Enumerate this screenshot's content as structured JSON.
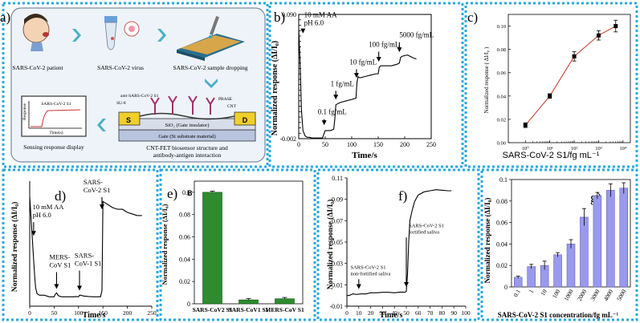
{
  "panels": {
    "a": {
      "letter": "a)",
      "labels": {
        "patient": "SARS-CoV-2 patient",
        "virus": "SARS-CoV-2 virus",
        "dropping": "SARS-CoV-2 sample dropping",
        "display": "Sensing response display",
        "structure1": "CNT-FET biosensor structure and",
        "structure2": "antibody-antigen interaction",
        "anti": "anti-SARS-CoV-2 S1",
        "pbase": "PBASE",
        "cnt": "CNT",
        "su8": "SU-8",
        "s": "S",
        "d": "D",
        "sio2": "SiO₂ (Gate insulator)",
        "gate": "Gate (Si substrate material)",
        "screen_s1": "SARS-CoV-2 S1",
        "screen_y": "Response",
        "screen_x": "Time(s)"
      }
    },
    "b": {
      "letter": "b)",
      "ylabel": "Normalized response (ΔI/I₀)",
      "xlabel": "Time/s"
    },
    "c": {
      "letter": "c)",
      "ylabel": "Normalized response ( ΔI/I₀ )",
      "xlabel": "SARS-CoV-2 S1/fg mL⁻¹"
    },
    "d": {
      "letter": "d)",
      "ylabel": "Normalized response (ΔI/I₀)",
      "xlabel": "Time/s"
    },
    "e": {
      "letter": "e)",
      "inner": "B",
      "ylabel": "Normalized response (ΔI/I₀)"
    },
    "f": {
      "letter": "f)",
      "ylabel": "Normalized response (ΔI/I₀)",
      "xlabel": "Time/s"
    },
    "g": {
      "letter": "g)",
      "ylabel": "Normalized response (ΔI/I₀)",
      "xlabel": "SARS-CoV-2 S1 concentration/fg mL⁻¹"
    }
  },
  "colors": {
    "frame": "#29a8dd",
    "bar_green": "#2e8b2e",
    "bar_blue": "#9999ee",
    "line_red": "#c0392b"
  },
  "chart_data": [
    {
      "id": "b",
      "type": "line",
      "x": [
        0,
        3,
        5,
        8,
        12,
        16,
        20,
        25,
        30,
        35,
        40,
        45,
        48,
        50,
        52,
        55,
        60,
        66,
        68,
        70,
        74,
        80,
        90,
        100,
        108,
        110,
        112,
        115,
        125,
        135,
        145,
        150,
        152,
        155,
        165,
        175,
        185,
        190,
        192,
        195,
        205,
        215,
        222
      ],
      "y": [
        0.079,
        0.05,
        0.02,
        0.004,
        0.0,
        -0.001,
        -0.001,
        -0.0015,
        -0.0015,
        -0.0015,
        -0.0015,
        -0.0014,
        0.002,
        0.004,
        0.004,
        0.004,
        0.004,
        0.005,
        0.012,
        0.023,
        0.024,
        0.025,
        0.026,
        0.027,
        0.028,
        0.04,
        0.044,
        0.043,
        0.044,
        0.045,
        0.046,
        0.046,
        0.051,
        0.052,
        0.052,
        0.052,
        0.053,
        0.054,
        0.058,
        0.059,
        0.06,
        0.058,
        0.057
      ],
      "xlim": [
        0,
        250
      ],
      "ylim": [
        -0.002,
        0.09
      ],
      "xticks": [
        0,
        50,
        100,
        150,
        200,
        250
      ],
      "yticks": [
        -0.002,
        0.002,
        0.006,
        0.01,
        0.014,
        0.018,
        0.022,
        0.026,
        0.03,
        0.034,
        0.038,
        0.042,
        0.046,
        0.05,
        0.054,
        0.058,
        0.062,
        0.066,
        0.07,
        0.074,
        0.078,
        0.082,
        0.086,
        0.09
      ],
      "ytick_labels": [
        "-0.002",
        "",
        "",
        "",
        "",
        "",
        "",
        "",
        "",
        "",
        "",
        "",
        "",
        "",
        "",
        "",
        "",
        "",
        "",
        "",
        "",
        "",
        "",
        "0.090"
      ],
      "annotations": [
        {
          "lines": [
            "10 mM AA",
            "pH 6.0"
          ],
          "x": 8,
          "y": 0.076,
          "tx": 10,
          "ty": 0.088
        },
        {
          "lines": [
            "0.1 fg/mL"
          ],
          "x": 48,
          "y": 0.008,
          "tx": 36,
          "ty": 0.016
        },
        {
          "lines": [
            "1 fg/mL"
          ],
          "x": 70,
          "y": 0.027,
          "tx": 60,
          "ty": 0.037
        },
        {
          "lines": [
            "10 fg/mL"
          ],
          "x": 109,
          "y": 0.043,
          "tx": 96,
          "ty": 0.053
        },
        {
          "lines": [
            "100 fg/mL"
          ],
          "x": 151,
          "y": 0.055,
          "tx": 132,
          "ty": 0.066
        },
        {
          "lines": [
            "5000 fg/mL"
          ],
          "x": 190,
          "y": 0.062,
          "tx": 190,
          "ty": 0.073
        }
      ]
    },
    {
      "id": "c",
      "type": "scatter",
      "x": [
        1,
        10,
        100,
        1000,
        5000
      ],
      "x_positions": [
        0,
        1,
        2,
        3,
        3.7
      ],
      "y": [
        0.015,
        0.04,
        0.074,
        0.092,
        0.1
      ],
      "yerr": [
        0.002,
        0.002,
        0.004,
        0.004,
        0.005
      ],
      "ylim": [
        0,
        0.11
      ],
      "yticks": [
        0.0,
        0.02,
        0.04,
        0.06,
        0.08,
        0.1
      ],
      "ytick_labels": [
        "0.00",
        "0.02",
        "0.04",
        "0.06",
        "0.08",
        "0.10"
      ],
      "xticks_major": [
        0,
        1,
        2,
        3,
        4
      ],
      "xtick_labels": [
        "10⁰",
        "10¹",
        "10²",
        "10³",
        "10⁴"
      ],
      "xlim": [
        -0.7,
        4.3
      ]
    },
    {
      "id": "d",
      "type": "line",
      "x": [
        0,
        3,
        6,
        8,
        10,
        12,
        15,
        20,
        30,
        40,
        50,
        52,
        55,
        58,
        60,
        65,
        70,
        80,
        90,
        95,
        100,
        102,
        105,
        110,
        120,
        130,
        140,
        145,
        148,
        150,
        155,
        160,
        170,
        180,
        190,
        200,
        210,
        220,
        230
      ],
      "y": [
        0.07,
        0.055,
        0.04,
        0.03,
        0.02,
        0.012,
        0.008,
        0.007,
        0.007,
        0.006,
        0.006,
        0.0075,
        0.0085,
        0.007,
        0.0065,
        0.006,
        0.006,
        0.006,
        0.006,
        0.0062,
        0.006,
        0.007,
        0.007,
        0.0065,
        0.0062,
        0.006,
        0.006,
        0.006,
        0.01,
        0.067,
        0.066,
        0.065,
        0.063,
        0.062,
        0.062,
        0.06,
        0.059,
        0.058,
        0.058
      ],
      "xlim": [
        0,
        250
      ],
      "ylim": [
        0,
        0.08
      ],
      "xticks": [
        0,
        50,
        100,
        150,
        200,
        250
      ],
      "xtick_labels": [
        "0",
        "50",
        "100",
        "150",
        "200",
        "250"
      ],
      "annotations": [
        {
          "lines": [
            "10 mM AA",
            "pH 6.0"
          ],
          "x": 8,
          "y": 0.045,
          "tx": 6,
          "ty": 0.062
        },
        {
          "lines": [
            "MERS-",
            "CoV S1"
          ],
          "x": 55,
          "y": 0.011,
          "tx": 40,
          "ty": 0.03
        },
        {
          "lines": [
            "SARS-",
            "CoV-1 S1"
          ],
          "x": 102,
          "y": 0.01,
          "tx": 92,
          "ty": 0.031
        },
        {
          "lines": [
            "SARS-",
            "CoV-2 S1"
          ],
          "x": 148,
          "y": 0.062,
          "tx": 110,
          "ty": 0.078
        }
      ]
    },
    {
      "id": "e",
      "type": "bar",
      "categories": [
        "SARS-CoV2 S1",
        "SARS-CoV1 S1",
        "MERS-CoV S1"
      ],
      "values": [
        0.1,
        0.0035,
        0.0045
      ],
      "yerr": [
        0.001,
        0.0012,
        0.0012
      ],
      "ylim": [
        0,
        0.11
      ],
      "yticks": [
        0,
        0.02,
        0.04,
        0.06,
        0.08,
        0.1
      ],
      "ytick_labels": [
        "0",
        "0.02",
        "0.04",
        "0.06",
        "0.08",
        "0.1"
      ]
    },
    {
      "id": "f",
      "type": "line",
      "x": [
        0,
        2,
        5,
        8,
        12,
        16,
        20,
        25,
        30,
        35,
        40,
        45,
        49,
        50,
        51,
        52,
        53,
        55,
        57,
        60,
        65,
        70,
        75,
        80,
        85,
        88
      ],
      "y": [
        0.0,
        0.0,
        0.0015,
        0.001,
        0.0015,
        0.0015,
        0.0025,
        0.0025,
        0.003,
        0.003,
        0.0025,
        0.0032,
        0.003,
        0.004,
        0.02,
        0.05,
        0.07,
        0.08,
        0.088,
        0.094,
        0.097,
        0.098,
        0.099,
        0.0985,
        0.098,
        0.098
      ],
      "xlim": [
        0,
        100
      ],
      "ylim": [
        -0.01,
        0.11
      ],
      "xticks": [
        0,
        10,
        20,
        30,
        40,
        50,
        60,
        70,
        80,
        90,
        100
      ],
      "xtick_labels": [
        "0",
        "10",
        "20",
        "30",
        "40",
        "50",
        "60",
        "70",
        "80",
        "90",
        "100"
      ],
      "yticks": [
        -0.01,
        0.01,
        0.03,
        0.05,
        0.07,
        0.09,
        0.11
      ],
      "ytick_labels": [
        "-0.01",
        "0.01",
        "0.03",
        "0.05",
        "0.07",
        "0.09",
        "0.11"
      ],
      "annotations": [
        {
          "lines": [
            "SARS-CoV-2 S1",
            "non-fortified saliva"
          ],
          "x": 10,
          "y": 0.006,
          "tx": 3,
          "ty": 0.025
        },
        {
          "lines": [
            "SARS-CoV-2 S1",
            "fortified saliva"
          ],
          "x": 50,
          "y": 0.008,
          "tx": 52,
          "ty": 0.064
        }
      ]
    },
    {
      "id": "g",
      "type": "bar",
      "categories": [
        "0.1",
        "1",
        "10",
        "100",
        "1000",
        "2000",
        "3000",
        "4000",
        "5000"
      ],
      "values": [
        0.009,
        0.019,
        0.02,
        0.03,
        0.04,
        0.065,
        0.085,
        0.09,
        0.092
      ],
      "yerr": [
        0.001,
        0.002,
        0.004,
        0.002,
        0.004,
        0.008,
        0.003,
        0.006,
        0.005
      ],
      "ylim": [
        0,
        0.1
      ],
      "yticks": [
        0,
        0.02,
        0.04,
        0.06,
        0.08,
        0.1
      ],
      "ytick_labels": [
        "0",
        "0.02",
        "0.04",
        "0.06",
        "0.08",
        "0.1"
      ]
    }
  ]
}
